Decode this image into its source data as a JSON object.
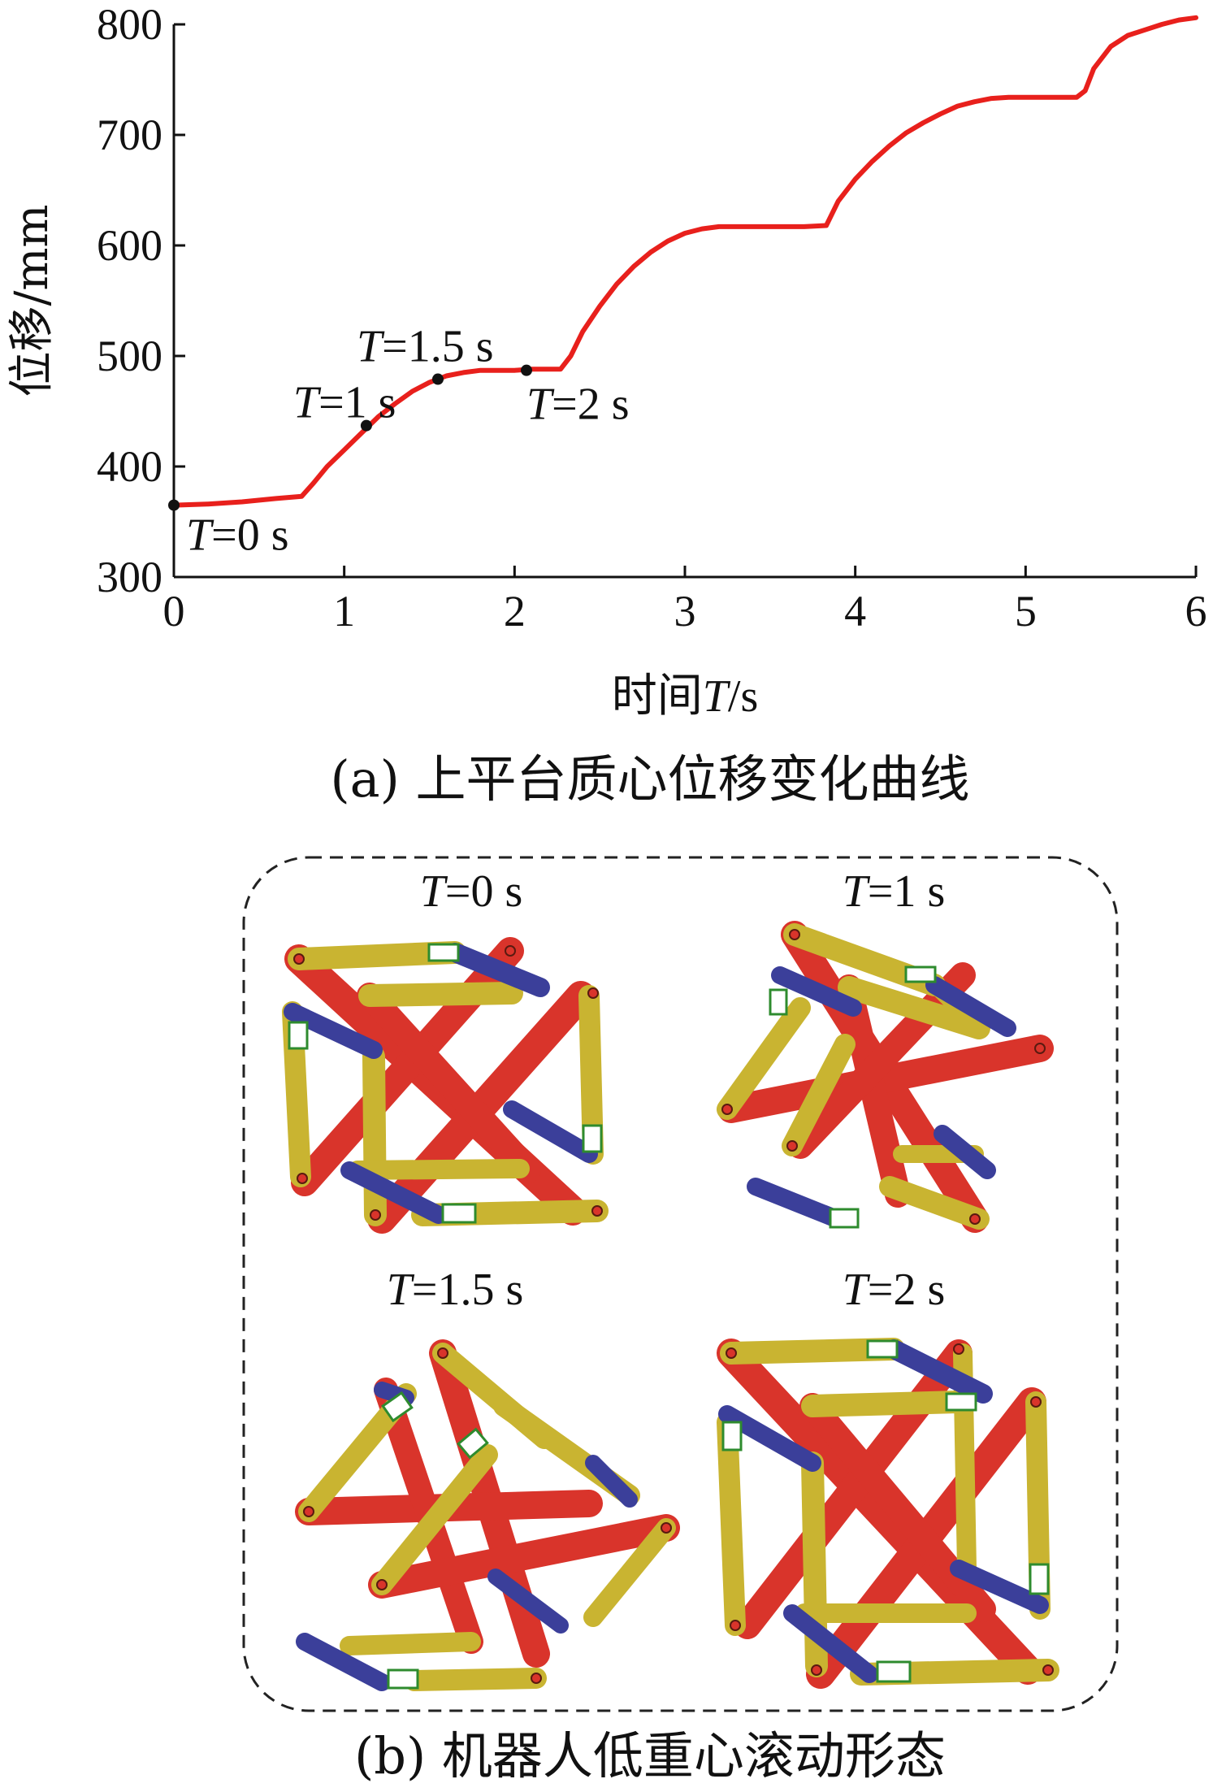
{
  "chart_data": {
    "type": "line",
    "xlabel_prefix": "时间",
    "xlabel_var": "T",
    "xlabel_unit": "/s",
    "ylabel": "位移/mm",
    "xlim": [
      0,
      6
    ],
    "ylim": [
      300,
      800
    ],
    "xticks": [
      0,
      1,
      2,
      3,
      4,
      5,
      6
    ],
    "yticks": [
      300,
      400,
      500,
      600,
      700,
      800
    ],
    "grid": false,
    "series": [
      {
        "color": "#e8201c",
        "x": [
          0,
          0.2,
          0.4,
          0.6,
          0.75,
          0.82,
          0.9,
          1.0,
          1.1,
          1.2,
          1.3,
          1.4,
          1.5,
          1.6,
          1.7,
          1.8,
          2.0,
          2.1,
          2.2,
          2.27,
          2.33,
          2.4,
          2.5,
          2.6,
          2.7,
          2.8,
          2.9,
          3.0,
          3.1,
          3.2,
          3.3,
          3.5,
          3.7,
          3.83,
          3.9,
          4.0,
          4.1,
          4.2,
          4.3,
          4.4,
          4.5,
          4.6,
          4.7,
          4.8,
          4.9,
          5.0,
          5.2,
          5.3,
          5.35,
          5.4,
          5.5,
          5.6,
          5.7,
          5.8,
          5.9,
          6.0
        ],
        "y": [
          365,
          366,
          368,
          371,
          373,
          385,
          400,
          415,
          430,
          445,
          457,
          468,
          476,
          482,
          485,
          487,
          487,
          488,
          488,
          488,
          500,
          522,
          545,
          565,
          581,
          594,
          604,
          611,
          615,
          617,
          617,
          617,
          617,
          618,
          640,
          660,
          676,
          690,
          702,
          711,
          719,
          726,
          730,
          733,
          734,
          734,
          734,
          734,
          740,
          760,
          780,
          790,
          795,
          800,
          804,
          806
        ]
      }
    ],
    "markers": [
      {
        "t_var": "T",
        "t_text": "=0 s",
        "x": 0.0,
        "y": 365
      },
      {
        "t_var": "T",
        "t_text": "=1 s",
        "x": 1.13,
        "y": 437
      },
      {
        "t_var": "T",
        "t_text": "=1.5 s",
        "x": 1.55,
        "y": 479
      },
      {
        "t_var": "T",
        "t_text": "=2 s",
        "x": 2.07,
        "y": 487
      }
    ]
  },
  "caption_a": "(a) 上平台质心位移变化曲线",
  "panel_b": {
    "states": [
      {
        "t_var": "T",
        "t_text": "=0 s"
      },
      {
        "t_var": "T",
        "t_text": "=1 s"
      },
      {
        "t_var": "T",
        "t_text": "=1.5 s"
      },
      {
        "t_var": "T",
        "t_text": "=2 s"
      }
    ],
    "colors": {
      "red": "#d9342b",
      "yellow": "#c9b431",
      "blue": "#3b3f9a",
      "green": "#2e8b2e"
    }
  },
  "caption_b": "(b) 机器人低重心滚动形态"
}
